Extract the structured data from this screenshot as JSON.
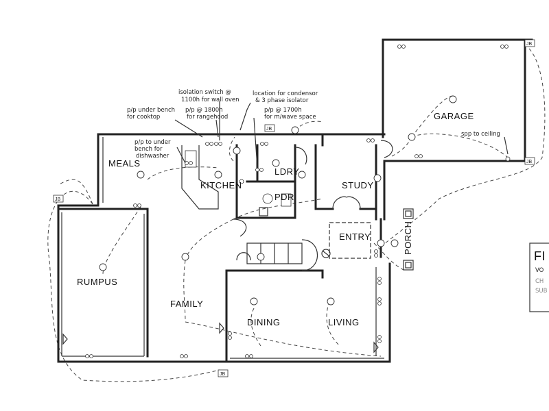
{
  "rooms": {
    "meals": "MEALS",
    "kitchen": "KITCHEN",
    "ldry": "LDRY",
    "pdr": "PDR",
    "study": "STUDY",
    "garage": "GARAGE",
    "entry": "ENTRY",
    "porch": "PORCH",
    "rumpus": "RUMPUS",
    "family": "FAMILY",
    "dining": "DINING",
    "living": "LIVING"
  },
  "notes": {
    "isolation_1": "isolation switch @",
    "isolation_2": "1100h for wall oven",
    "condensor_1": "location for condensor",
    "condensor_2": "& 3 phase isolator",
    "cooktop_1": "p/p under bench",
    "cooktop_2": "for cooktop",
    "rangehood_1": "p/p @ 1800h",
    "rangehood_2": "for rangehood",
    "mwave_1": "p/p @ 1700h",
    "mwave_2": "for m/wave space",
    "dish_1": "p/p to under",
    "dish_2": "bench for",
    "dish_3": "dishwasher",
    "spp": "spp to ceiling"
  },
  "junction_box": "JB",
  "title_block": {
    "line1": "FI",
    "line2": "VO",
    "line3": "CH",
    "line4": "SUB"
  }
}
